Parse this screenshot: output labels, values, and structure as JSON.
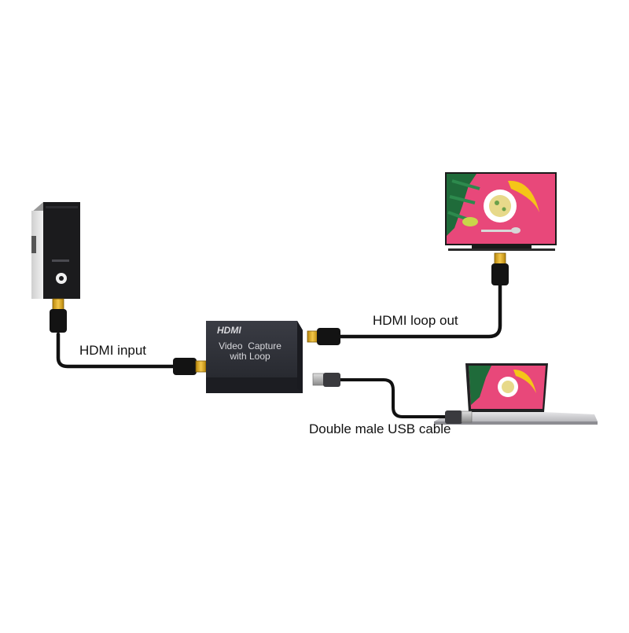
{
  "labels": {
    "hdmi_input": "HDMI input",
    "hdmi_loop_out": "HDMI loop out",
    "usb_cable": "Double male USB cable"
  },
  "device": {
    "logo": "HDMI",
    "line1": "Video  Capture",
    "line2": "with Loop"
  },
  "colors": {
    "cable": "#111111",
    "connector_gold": "#d9a520",
    "device_body": "#2f3138",
    "tv_screen_bg": "#e8487a"
  }
}
